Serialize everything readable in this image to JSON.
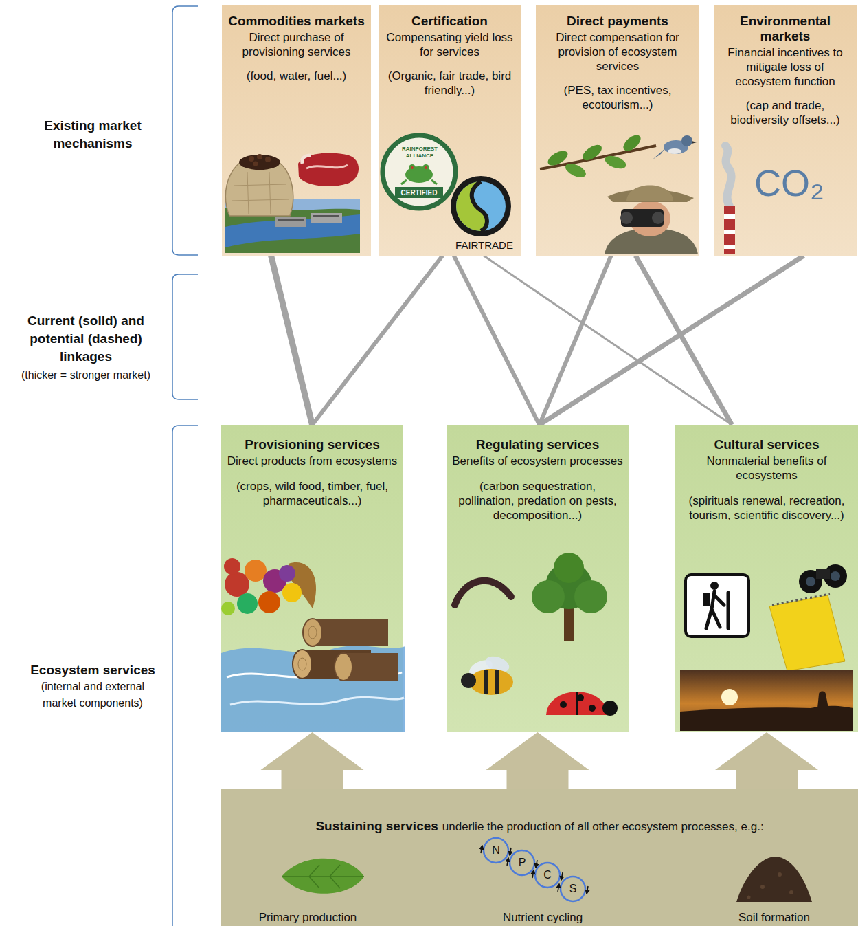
{
  "diagram": {
    "nodes": [
      {
        "text": [
          "Commodities markets",
          "Direct purchase of provisioning services",
          "(food, water, fuel...)"
        ]
      },
      {
        "text": [
          "Certification",
          "Compensating yield loss for services",
          "(Organic, fair trade, bird friendly...)",
          "RAINFOREST ALLIANCE",
          "CERTIFIED",
          "FAIRTRADE"
        ]
      },
      {
        "text": [
          "Direct payments",
          "Direct compensation for provision of ecosystem services",
          "(PES, tax incentives, ecotourism...)"
        ]
      },
      {
        "text": [
          "Environmental markets",
          "Financial incentives to mitigate loss of ecosystem function",
          "(cap and trade, biodiversity offsets...)",
          "CO₂"
        ]
      },
      {
        "text": [
          "Provisioning services",
          "Direct products from ecosystems",
          "(crops, wild food, timber, fuel, pharmaceuticals...)"
        ]
      },
      {
        "text": [
          "Regulating services",
          "Benefits of ecosystem processes",
          "(carbon sequestration, pollination, predation on pests, decomposition...)"
        ]
      },
      {
        "text": [
          "Cultural services",
          "Nonmaterial benefits of ecosystems",
          "(spirituals renewal, recreation, tourism, scientific discovery...)"
        ]
      },
      {
        "text": [
          "Sustaining services",
          "underlie the production of all other ecosystem processes, e.g.:",
          "Primary production",
          "Nutrient cycling",
          "Soil formation"
        ]
      },
      {
        "text": [
          "N"
        ],
        "in": 7
      },
      {
        "text": [
          "P"
        ],
        "in": 7
      },
      {
        "text": [
          "C"
        ],
        "in": 7
      },
      {
        "text": [
          "S"
        ],
        "in": 7
      }
    ],
    "edges": [
      {
        "from": 0,
        "to": 4,
        "arrow": "none"
      },
      {
        "from": 1,
        "to": 4,
        "arrow": "none"
      },
      {
        "from": 1,
        "to": 5,
        "arrow": "none"
      },
      {
        "from": 1,
        "to": 6,
        "arrow": "none"
      },
      {
        "from": 2,
        "to": 5,
        "arrow": "none"
      },
      {
        "from": 2,
        "to": 6,
        "arrow": "none"
      },
      {
        "from": 3,
        "to": 5,
        "arrow": "none"
      },
      {
        "from": 7,
        "to": 4,
        "arrow": "to"
      },
      {
        "from": 7,
        "to": 5,
        "arrow": "to"
      },
      {
        "from": 7,
        "to": 6,
        "arrow": "to"
      }
    ],
    "labels": [
      "Existing market mechanisms",
      "Current (solid) and potential (dashed) linkages",
      "(thicker = stronger market)",
      "Ecosystem services",
      "(internal and external market components)"
    ]
  }
}
